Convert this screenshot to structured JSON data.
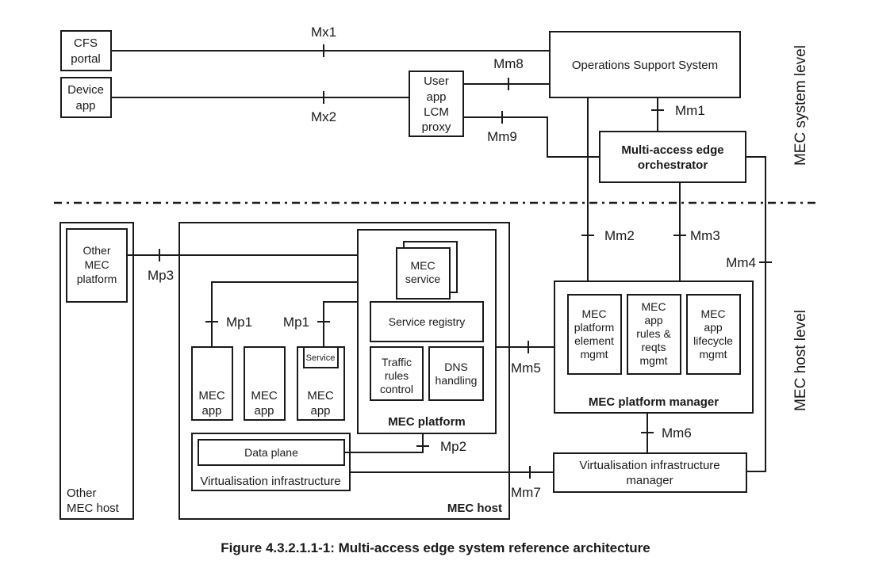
{
  "diagram": {
    "caption": "Figure 4.3.2.1.1-1: Multi-access edge system reference architecture",
    "levels": {
      "system": "MEC system level",
      "host": "MEC host level"
    },
    "boxes": {
      "cfs_portal": [
        "CFS",
        "portal"
      ],
      "device_app": [
        "Device",
        "app"
      ],
      "user_app_lcm_proxy": [
        "User",
        "app",
        "LCM",
        "proxy"
      ],
      "oss": "Operations Support System",
      "orchestrator": [
        "Multi-access edge",
        "orchestrator"
      ],
      "other_mec_platform": [
        "Other",
        "MEC",
        "platform"
      ],
      "other_mec_host": [
        "Other",
        "MEC host"
      ],
      "mec_service": [
        "MEC",
        "service"
      ],
      "service_registry": "Service registry",
      "traffic_rules_control": [
        "Traffic",
        "rules",
        "control"
      ],
      "dns_handling": [
        "DNS",
        "handling"
      ],
      "mec_platform": "MEC platform",
      "mec_app": [
        "MEC",
        "app"
      ],
      "service": "Service",
      "data_plane": "Data plane",
      "virtualisation_infrastructure": "Virtualisation infrastructure",
      "mec_host": "MEC host",
      "platform_element_mgmt": [
        "MEC",
        "platform",
        "element",
        "mgmt"
      ],
      "app_rules_reqts_mgmt": [
        "MEC",
        "app",
        "rules &",
        "reqts",
        "mgmt"
      ],
      "app_lifecycle_mgmt": [
        "MEC",
        "app",
        "lifecycle",
        "mgmt"
      ],
      "mec_platform_manager": "MEC platform manager",
      "vim": [
        "Virtualisation infrastructure",
        "manager"
      ]
    },
    "reference_points": {
      "mx1": "Mx1",
      "mx2": "Mx2",
      "mm1": "Mm1",
      "mm2": "Mm2",
      "mm3": "Mm3",
      "mm4": "Mm4",
      "mm5": "Mm5",
      "mm6": "Mm6",
      "mm7": "Mm7",
      "mm8": "Mm8",
      "mm9": "Mm9",
      "mp1_left": "Mp1",
      "mp1_right": "Mp1",
      "mp2": "Mp2",
      "mp3": "Mp3"
    }
  }
}
